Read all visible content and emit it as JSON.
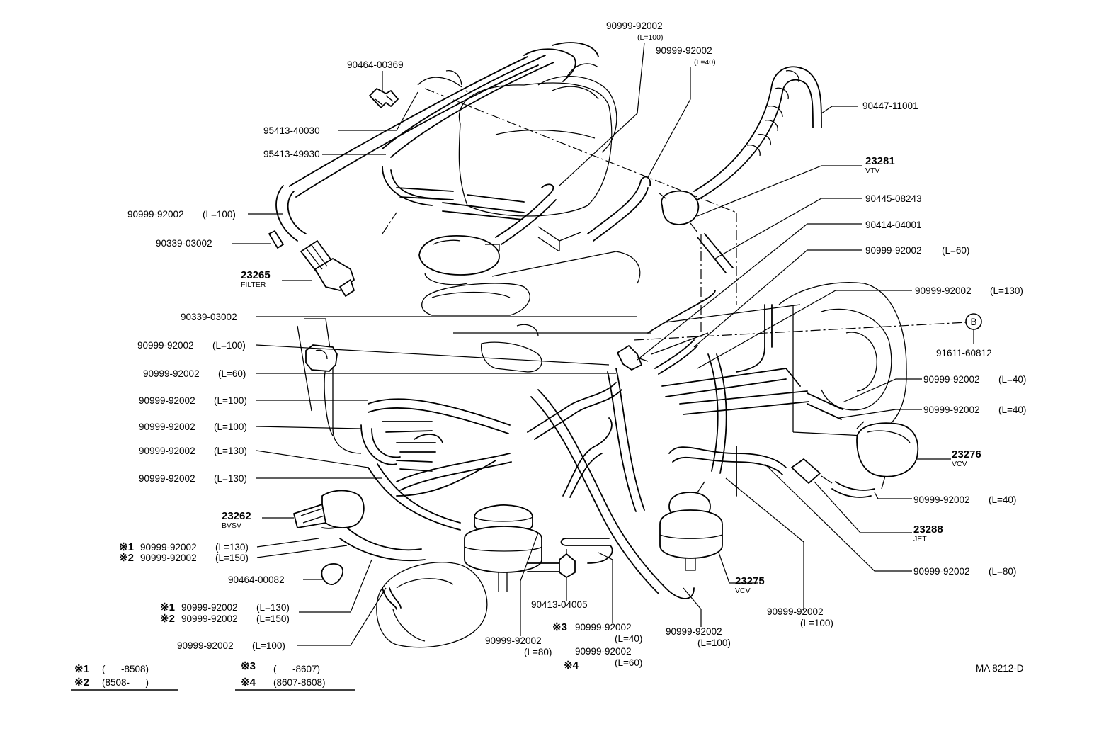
{
  "diagram": {
    "code": "MA 8212-D",
    "circle_marker": "B",
    "notes": [
      {
        "mark": "※1",
        "range": "(      -8508)"
      },
      {
        "mark": "※2",
        "range": "(8508-      )"
      },
      {
        "mark": "※3",
        "range": "(      -8607)"
      },
      {
        "mark": "※4",
        "range": "(8607-8608)"
      }
    ]
  },
  "callouts": {
    "c01": {
      "part": "90464-00369"
    },
    "c02": {
      "part": "95413-40030"
    },
    "c03": {
      "part": "95413-49930"
    },
    "c04": {
      "part": "90999-92002",
      "spec": "(L=100)"
    },
    "c05": {
      "part": "90339-03002"
    },
    "c06": {
      "part": "23265",
      "sub": "FILTER"
    },
    "c07": {
      "part": "90339-03002"
    },
    "c08": {
      "part": "90999-92002",
      "spec": "(L=100)"
    },
    "c09": {
      "part": "90999-92002",
      "spec": "(L=60)"
    },
    "c10": {
      "part": "90999-92002",
      "spec": "(L=100)"
    },
    "c11": {
      "part": "90999-92002",
      "spec": "(L=100)"
    },
    "c12": {
      "part": "90999-92002",
      "spec": "(L=130)"
    },
    "c13": {
      "part": "90999-92002",
      "spec": "(L=130)"
    },
    "c14": {
      "part": "23262",
      "sub": "BVSV"
    },
    "c15": {
      "mark": "※1",
      "part": "90999-92002",
      "spec": "(L=130)"
    },
    "c16": {
      "mark": "※2",
      "part": "90999-92002",
      "spec": "(L=150)"
    },
    "c17": {
      "part": "90464-00082"
    },
    "c18": {
      "mark": "※1",
      "part": "90999-92002",
      "spec": "(L=130)"
    },
    "c19": {
      "mark": "※2",
      "part": "90999-92002",
      "spec": "(L=150)"
    },
    "c20": {
      "part": "90999-92002",
      "spec": "(L=100)"
    },
    "c21": {
      "part": "90999-92002",
      "spec": "(L=100)"
    },
    "c22": {
      "part": "90999-92002",
      "spec": "(L=40)"
    },
    "c23": {
      "part": "90447-11001"
    },
    "c24": {
      "part": "23281",
      "sub": "VTV"
    },
    "c25": {
      "part": "90445-08243"
    },
    "c26": {
      "part": "90414-04001"
    },
    "c27": {
      "part": "90999-92002",
      "spec": "(L=60)"
    },
    "c28": {
      "part": "90999-92002",
      "spec": "(L=130)"
    },
    "c29": {
      "part": "91611-60812"
    },
    "c30": {
      "part": "90999-92002",
      "spec": "(L=40)"
    },
    "c31": {
      "part": "90999-92002",
      "spec": "(L=40)"
    },
    "c32": {
      "part": "23276",
      "sub": "VCV"
    },
    "c33": {
      "part": "90999-92002",
      "spec": "(L=40)"
    },
    "c34": {
      "part": "23288",
      "sub": "JET"
    },
    "c35": {
      "part": "90999-92002",
      "spec": "(L=80)"
    },
    "c36": {
      "part": "23275",
      "sub": "VCV"
    },
    "c37": {
      "part": "90999-92002",
      "spec": "(L=100)"
    },
    "c38": {
      "part": "90999-92002",
      "spec": "(L=100)"
    },
    "c39": {
      "part": "90413-04005"
    },
    "c40": {
      "part": "90999-92002",
      "spec": "(L=80)"
    },
    "c41": {
      "mark": "※3",
      "part": "90999-92002",
      "spec": "(L=40)"
    },
    "c42": {
      "mark": "※4",
      "part": "90999-92002",
      "spec": "(L=60)"
    }
  }
}
